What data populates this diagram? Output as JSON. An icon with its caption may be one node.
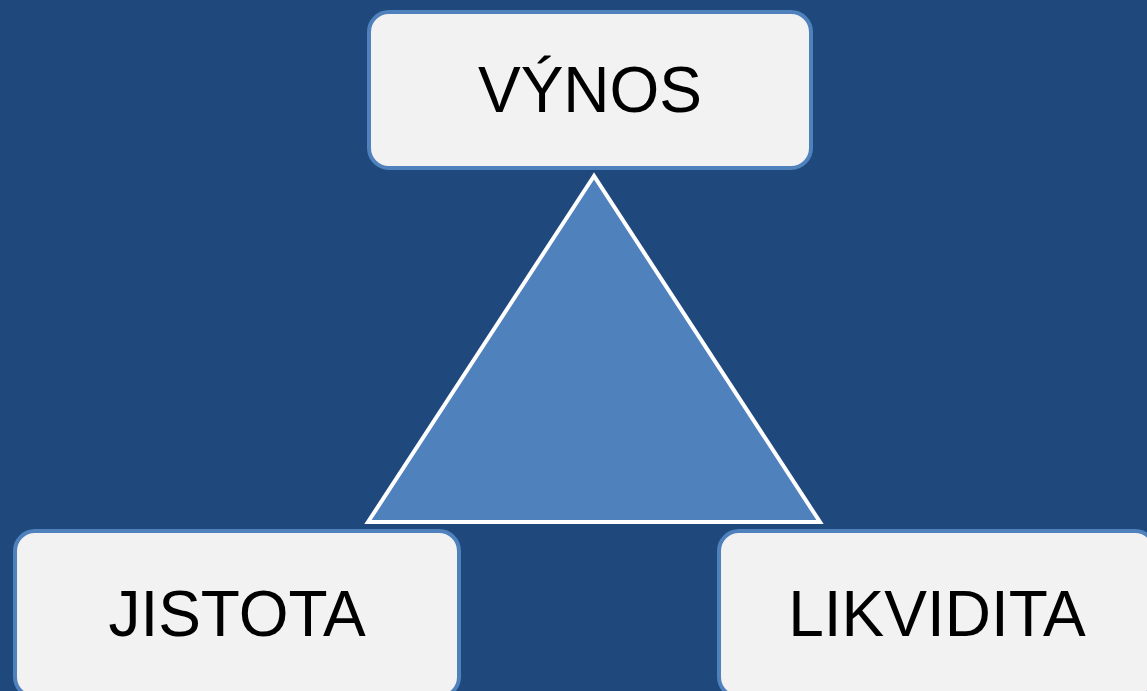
{
  "diagram": {
    "nodes": [
      {
        "text": [
          "VÝNOS"
        ]
      },
      {
        "text": [],
        "shape": "triangle"
      },
      {
        "text": [
          "JISTOTA"
        ]
      },
      {
        "text": [
          "LIKVIDITA"
        ]
      }
    ]
  }
}
